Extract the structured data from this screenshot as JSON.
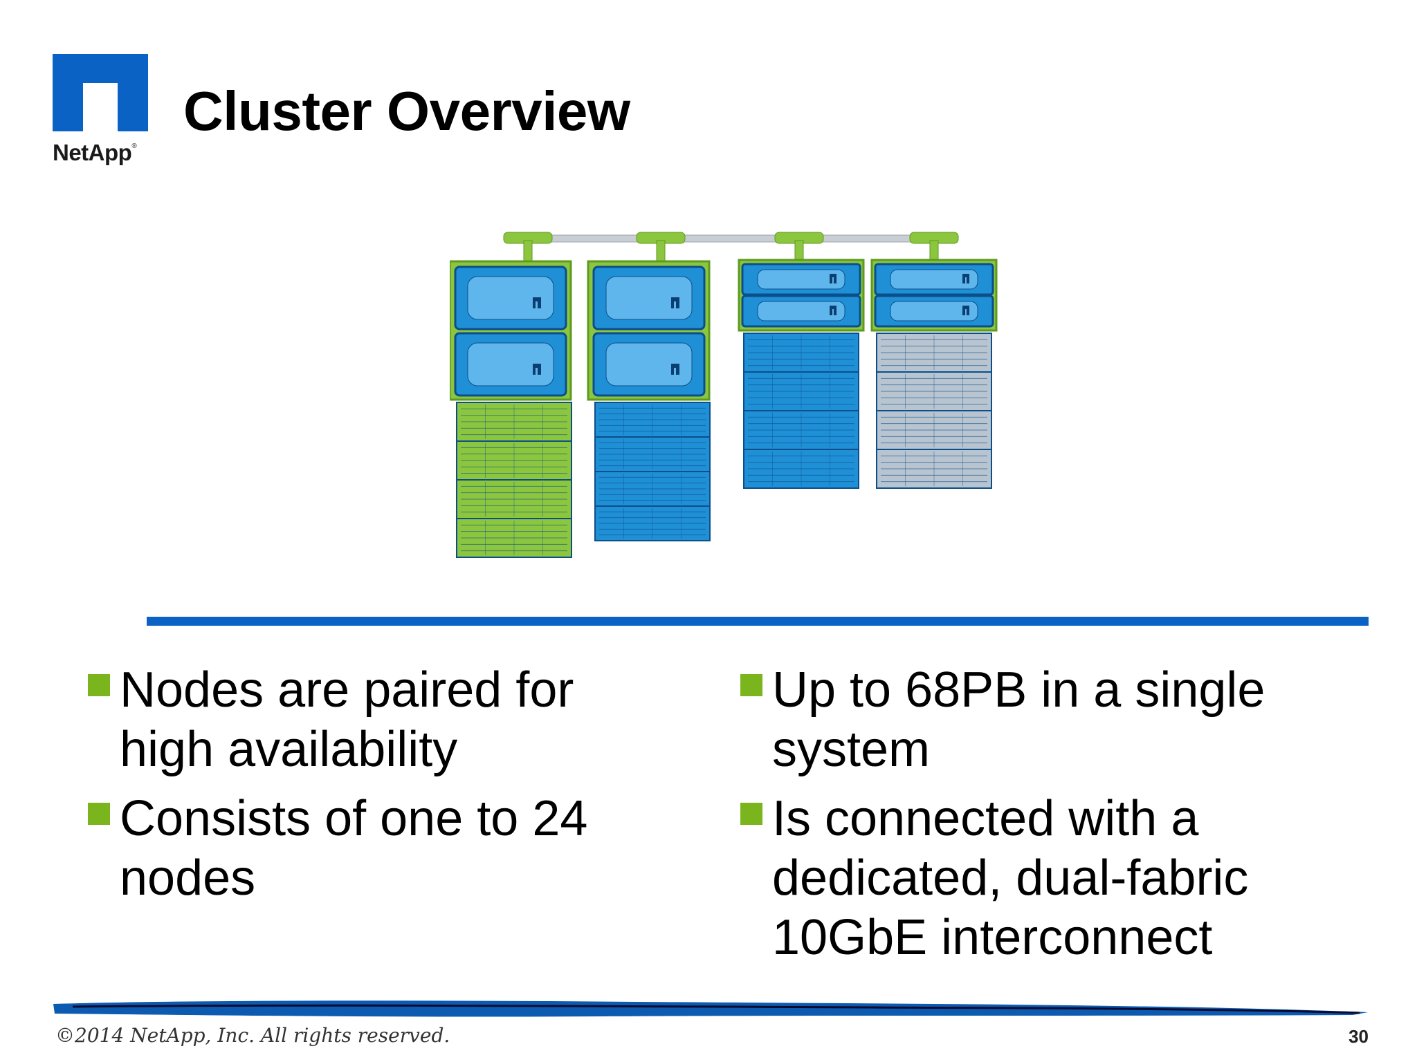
{
  "slide": {
    "logo_text": "NetApp",
    "logo_mark": "®",
    "title": "Cluster Overview",
    "page_number": "30",
    "copyright": "©2014 NetApp, Inc. All rights reserved."
  },
  "bullets_left": [
    "Nodes are paired for high availability",
    "Consists of one to 24 nodes"
  ],
  "bullets_right": [
    "Up to 68PB in a single system",
    "Is connected with a dedicated, dual-fabric 10GbE interconnect"
  ],
  "colors": {
    "brand_blue": "#0a63c4",
    "bullet_green": "#7ab51d",
    "controller_blue": "#1f8fd6",
    "shelf_green": "#8cc63f",
    "shelf_gray": "#b8c4d0"
  },
  "icons": {
    "logo": "netapp-logo-icon",
    "diagram": "storage-cluster-icon",
    "bullet": "square-bullet-icon"
  }
}
